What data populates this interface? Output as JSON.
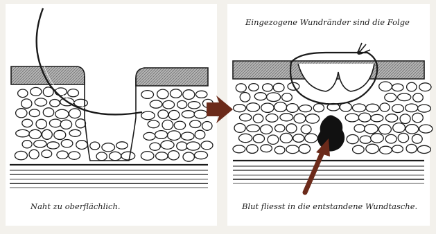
{
  "captions": {
    "top_right": "Eingezogene Wundränder sind die Folge",
    "bottom_left": "Naht zu oberflächlich.",
    "bottom_right": "Blut fliesst in die entstandene Wundtasche."
  },
  "colors": {
    "background": "#f3f1ec",
    "panel": "#ffffff",
    "ink": "#1a1a1a",
    "skin_top": "#9a9a9a",
    "arrow": "#6b2a1a"
  },
  "icons": {
    "panel_arrow": "right-arrow-icon",
    "blood_arrow": "up-left-arrow-icon"
  }
}
